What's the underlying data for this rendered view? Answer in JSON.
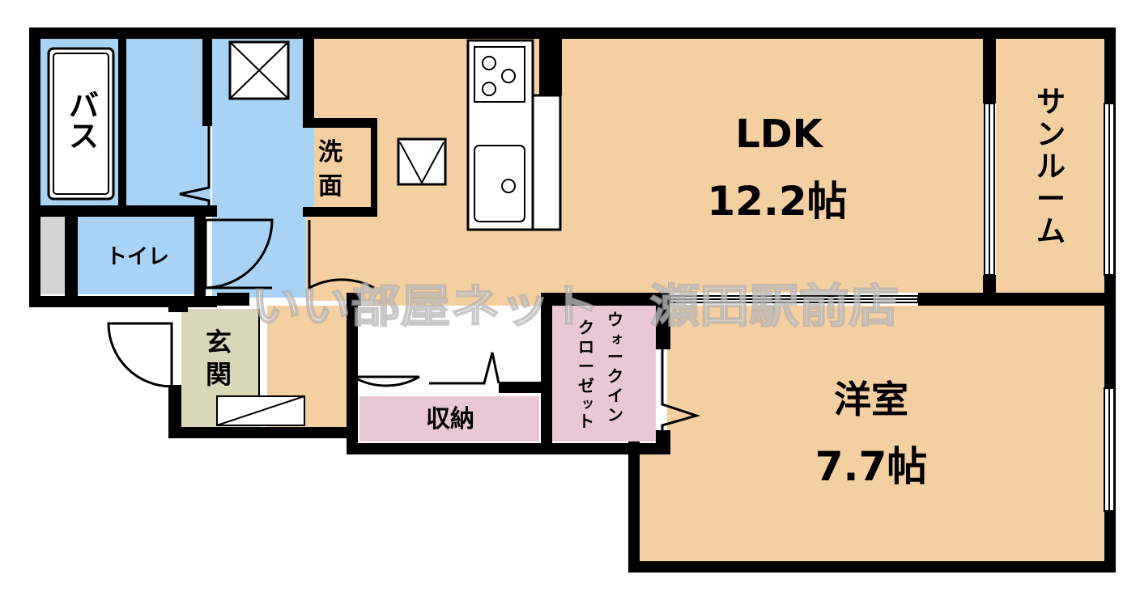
{
  "colors": {
    "wall": "#000000",
    "floor_wood": "#f3cfa1",
    "floor_wet": "#a9d3f5",
    "floor_entrance": "#d8d8b8",
    "floor_storage": "#e8c8d4",
    "floor_gray": "#d4d4d4",
    "fixture": "#ffffff"
  },
  "rooms": {
    "bath": "バス",
    "toilet": "トイレ",
    "washroom": [
      "洗",
      "面"
    ],
    "ldk_name": "LDK",
    "ldk_size": "12.2帖",
    "sunroom": [
      "サ",
      "ン",
      "ル",
      "ー",
      "ム"
    ],
    "entrance": [
      "玄",
      "関"
    ],
    "storage": "収納",
    "walkin_line1": [
      "ウ",
      "ォ",
      "ー",
      "ク",
      "イ",
      "ン"
    ],
    "walkin_line2": [
      "ク",
      "ロ",
      "ー",
      "ゼ",
      "ッ",
      "ト"
    ],
    "western_name": "洋室",
    "western_size": "7.7帖"
  },
  "watermark": "いい部屋ネット　瀬田駅前店"
}
